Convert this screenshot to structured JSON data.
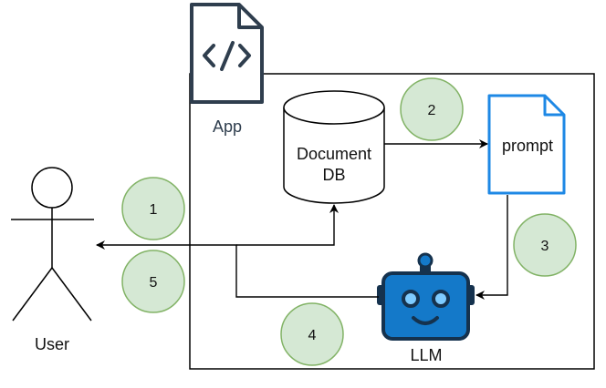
{
  "diagram": {
    "nodes": {
      "app": {
        "label": "App",
        "icon": "code-file-icon"
      },
      "user": {
        "label": "User",
        "icon": "stick-figure-icon"
      },
      "document_db": {
        "label_lines": [
          "Document",
          "DB"
        ],
        "icon": "database-cylinder-icon"
      },
      "prompt": {
        "label": "prompt",
        "icon": "document-icon"
      },
      "llm": {
        "label": "LLM",
        "icon": "robot-icon"
      }
    },
    "steps": [
      "1",
      "2",
      "3",
      "4",
      "5"
    ],
    "edges": [
      {
        "from": "llm",
        "to": "user"
      },
      {
        "from": "llm",
        "to": "document_db"
      },
      {
        "from": "document_db",
        "to": "prompt"
      },
      {
        "from": "prompt",
        "to": "llm"
      }
    ],
    "colors": {
      "step_fill": "#d5e8d4",
      "step_stroke": "#82b366",
      "app_icon": "#2f3e4e",
      "prompt_stroke": "#1e88e5",
      "robot_body": "#1479c9",
      "robot_dark": "#15324e",
      "robot_eyes": "#7ecbff"
    }
  }
}
